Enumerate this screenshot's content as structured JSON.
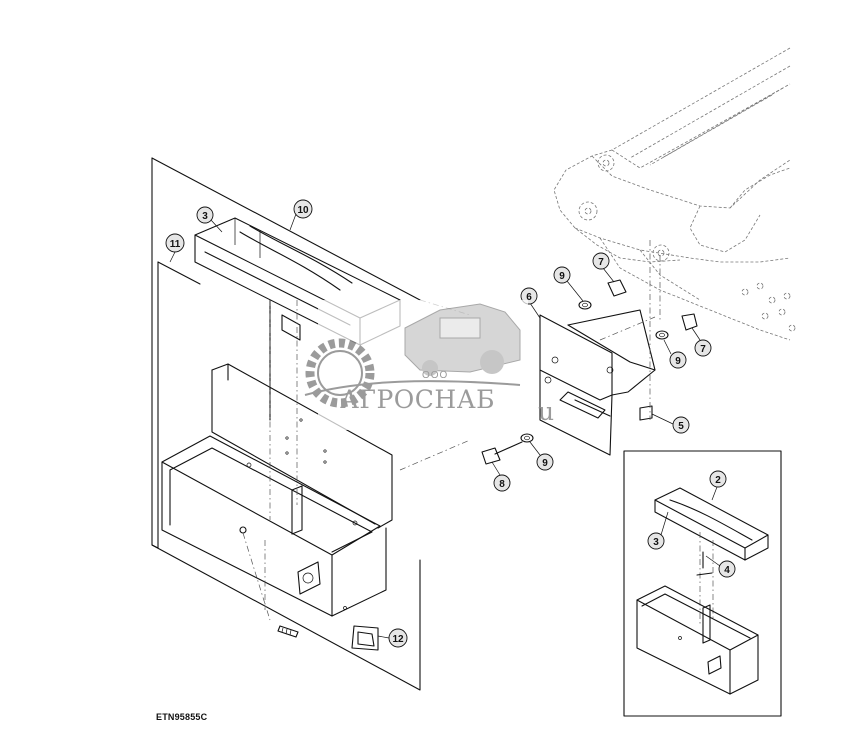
{
  "diagram": {
    "figure_code": "ETN95855C",
    "callouts": [
      "2",
      "3",
      "3",
      "4",
      "5",
      "6",
      "7",
      "7",
      "8",
      "9",
      "9",
      "9",
      "10",
      "11",
      "12"
    ]
  },
  "watermark": {
    "prefix": "ООО",
    "name": "АГРОСНАБ",
    "suffix": "u",
    "color": "#8a8a8a"
  },
  "colors": {
    "line": "#111111",
    "hidden_line": "#666666",
    "callout_fill": "#e6e6e6"
  }
}
